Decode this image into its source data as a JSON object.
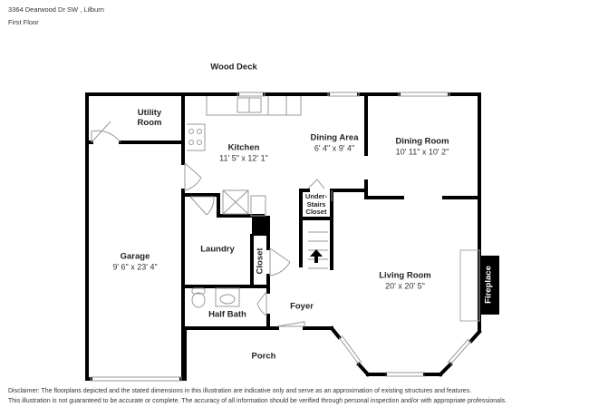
{
  "header": {
    "address": "3364 Dearwood Dr SW , Lilburn",
    "floor": "First Floor"
  },
  "rooms": {
    "wood_deck": {
      "name": "Wood Deck"
    },
    "utility_room": {
      "name_line1": "Utility",
      "name_line2": "Room"
    },
    "kitchen": {
      "name": "Kitchen",
      "dims": "11' 5\" x 12' 1\""
    },
    "dining_area": {
      "name": "Dining Area",
      "dims": "6' 4\" x 9' 4\""
    },
    "dining_room": {
      "name": "Dining Room",
      "dims": "10' 11\" x 10' 2\""
    },
    "under_stairs_closet": {
      "line1": "Under-",
      "line2": "Stairs",
      "line3": "Closet"
    },
    "garage": {
      "name": "Garage",
      "dims": "9' 6\" x 23' 4\""
    },
    "laundry": {
      "name": "Laundry"
    },
    "closet": {
      "name": "Closet"
    },
    "half_bath": {
      "name": "Half Bath"
    },
    "foyer": {
      "name": "Foyer"
    },
    "living_room": {
      "name": "Living Room",
      "dims": "20' x 20' 5\""
    },
    "fireplace": {
      "name": "Fireplace"
    },
    "porch": {
      "name": "Porch"
    }
  },
  "disclaimer": {
    "line1": "Disclaimer: The floorplans depicted and the stated dimensions in this illustration are indicative only and serve as an approximation of existing structures and features.",
    "line2": "This illustration is not guaranteed to be accurate or complete. The accuracy of all information should be verified through personal inspection and/or with appropriate professionals."
  },
  "colors": {
    "wall": "#000000",
    "fixture": "#999999",
    "background": "#ffffff"
  }
}
